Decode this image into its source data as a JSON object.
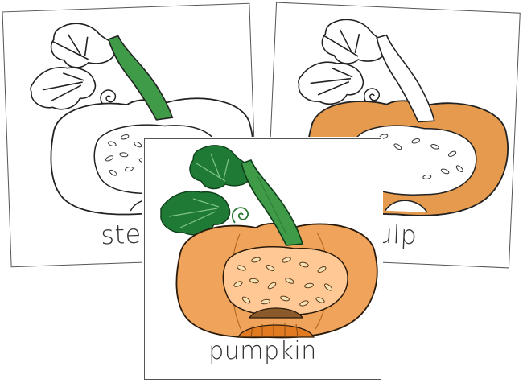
{
  "cards": [
    {
      "id": "stem",
      "label": "stem",
      "highlight_part": "stem",
      "colors": {
        "stem": "#3f9b48",
        "outline": "#222222"
      }
    },
    {
      "id": "pulp",
      "label": "pulp",
      "highlight_part": "pulp",
      "colors": {
        "pulp": "#e59a4e",
        "outline": "#222222"
      }
    },
    {
      "id": "pumpkin",
      "label": "pumpkin",
      "highlight_part": "all",
      "colors": {
        "leaves": "#1e7a34",
        "stem": "#3f9b48",
        "rind": "#f0a35a",
        "pulp": "#ffc894",
        "seeds": "#f6e2b4",
        "base": "#e07b22"
      }
    }
  ]
}
